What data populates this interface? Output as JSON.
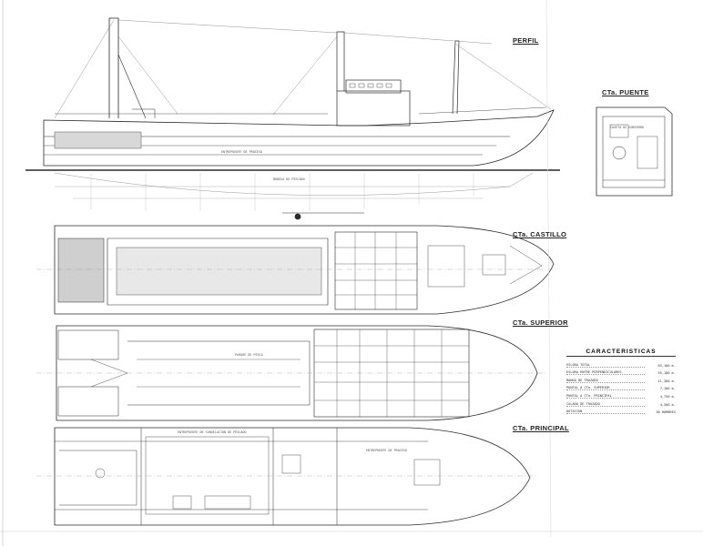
{
  "sheet": {
    "views": {
      "perfil": "PERFIL",
      "cta_puente": "CTa. PUENTE",
      "cta_castillo": "CTa. CASTILLO",
      "cta_superior": "CTa. SUPERIOR",
      "cta_principal": "CTa. PRINCIPAL"
    },
    "caracteristicas": {
      "title": "CARACTERISTICAS",
      "rows": [
        {
          "label": "ESLORA TOTAL",
          "value": "63,100 m."
        },
        {
          "label": "ESLORA ENTRE PERPENDICULARES",
          "value": "55,100 m."
        },
        {
          "label": "MANGA DE TRAZADO",
          "value": "11,300 m."
        },
        {
          "label": "PUNTAL A CTa. SUPERIOR",
          "value": "7,100 m."
        },
        {
          "label": "PUNTAL A CTa. PRINCIPAL",
          "value": "4,750 m."
        },
        {
          "label": "CALADO DE TRAZADO",
          "value": "4,500 m."
        },
        {
          "label": "DOTACION",
          "value": "38 HOMBRES"
        }
      ]
    },
    "notes": {
      "profile_hold": "ENTREPUENTE DE PROCESO",
      "profile_bodega": "BODEGA DE PESCADO",
      "main_deck_hold": "ENTREPUENTE DE CONGELACION DE PESCADO",
      "main_deck_fwd": "ENTREPUENTE DE PROCESO",
      "superior_parque": "PARQUE DE PESCA",
      "bridge_caseta": "CASETA DE GOBIERNO"
    },
    "colors": {
      "ink": "#2a2a2a",
      "paper": "#ffffff",
      "light": "#9a9a9a"
    }
  }
}
